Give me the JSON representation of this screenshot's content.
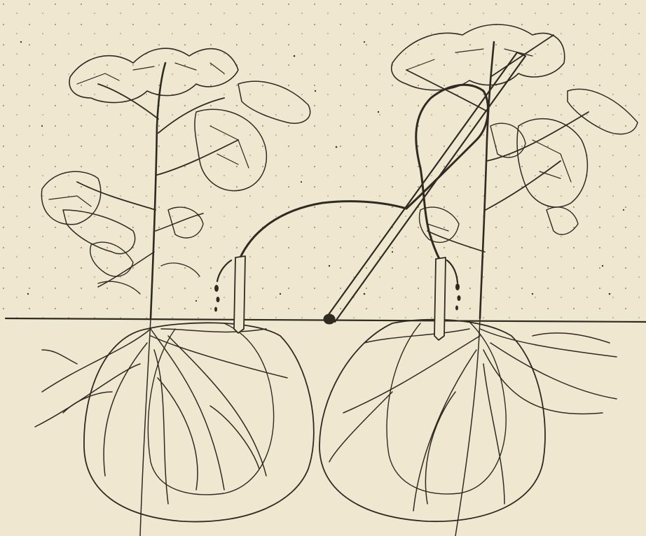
{
  "figure": {
    "colors": {
      "paper": "#efe7cf",
      "ink": "#2f2a22",
      "wet_soil_hatch": "#4a4438"
    },
    "items": [
      {
        "name": "tomato-plant-left",
        "kind": "illustration"
      },
      {
        "name": "tomato-plant-right",
        "kind": "illustration"
      },
      {
        "name": "drip-tube",
        "kind": "illustration"
      },
      {
        "name": "support-stake",
        "kind": "illustration"
      },
      {
        "name": "wetted-soil-zone-left",
        "kind": "illustration"
      },
      {
        "name": "wetted-soil-zone-right",
        "kind": "illustration"
      }
    ]
  }
}
